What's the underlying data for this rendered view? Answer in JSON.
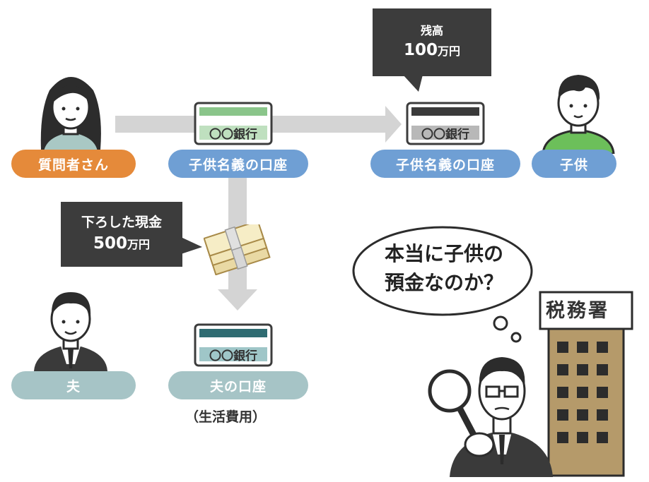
{
  "people": {
    "questioner_label": "質問者さん",
    "child_label": "子供",
    "husband_label": "夫"
  },
  "accounts": {
    "child_account_label": "子供名義の口座",
    "child_account_label_2": "子供名義の口座",
    "husband_account_label": "夫の口座",
    "husband_account_note": "（生活費用）",
    "bank_name": "〇〇銀行"
  },
  "callouts": {
    "balance_line1": "残高",
    "balance_num": "100",
    "balance_unit": "万円",
    "withdraw_line1": "下ろした現金",
    "withdraw_num": "500",
    "withdraw_unit": "万円"
  },
  "speech": {
    "line1": "本当に子供の",
    "line2": "預金なのか？"
  },
  "sign": {
    "text": "税務署"
  },
  "colors": {
    "orange": "#e58a3a",
    "blue": "#6f9fd4",
    "teal": "#a6c4c6",
    "callout": "#3c3c3c",
    "arrow": "#d4d4d4",
    "building": "#b59a6a"
  }
}
